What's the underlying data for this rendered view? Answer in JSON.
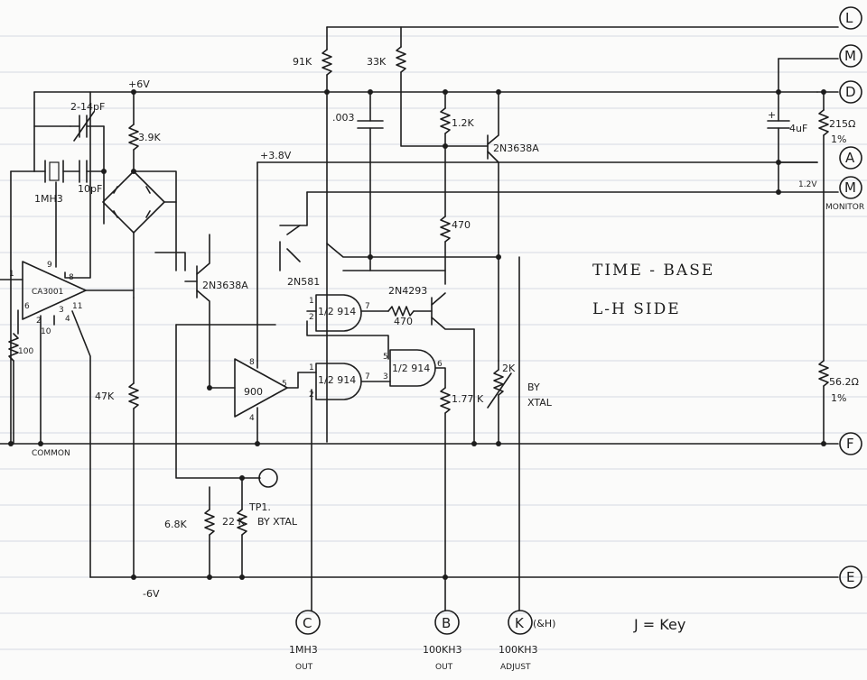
{
  "title": {
    "line1": "TIME - BASE",
    "line2": "L-H  SIDE"
  },
  "note": "J = Key",
  "rails": {
    "pos": "+6V",
    "neg": "-6V",
    "mid": "+3.8V",
    "common": "COMMON",
    "ref": "1.2V",
    "monitor": "MONITOR"
  },
  "terminals": {
    "L": "L",
    "M1": "M",
    "D": "D",
    "A": "A",
    "M2": "M",
    "F": "F",
    "E": "E",
    "C": "C",
    "B": "B",
    "K": "K",
    "H": "(&H)"
  },
  "outputs": {
    "C": {
      "line1": "1MH3",
      "line2": "OUT"
    },
    "B": {
      "line1": "100KH3",
      "line2": "OUT"
    },
    "K": {
      "line1": "100KH3",
      "line2": "ADJUST"
    }
  },
  "components": {
    "r91k": "91K",
    "r33k": "33K",
    "c003": ".003",
    "r12k": "1.2K",
    "q_top": "2N3638A",
    "r470a": "470",
    "q2n581": "2N581",
    "q2n4293": "2N4293",
    "gate1": "1/2 914",
    "gate2": "1/2 914",
    "gate3": "1/2 914",
    "r470b": "470",
    "r177": "1.77 K",
    "pot2k": "2K",
    "pot_by": "BY",
    "pot_xtal": "XTAL",
    "c4uf": "4uF",
    "c4uf_plus": "+",
    "r215": "215Ω",
    "r215tol": "1%",
    "r562": "56.2Ω",
    "r562tol": "1%",
    "cvar": "2-14pF",
    "r39k": "3.9K",
    "xtal": "1MH3",
    "c10pf": "10pF",
    "ic_ca": "CA3001",
    "r100": "100",
    "r47k": "47K",
    "q_mid": "2N3638A",
    "ic900": "900",
    "r68k": "6.8K",
    "r22k": "22 K",
    "tp1": "TP1.",
    "tp_by": "BY XTAL"
  },
  "pins": {
    "ca_9": "9",
    "ca_8": "8",
    "ca_6": "6",
    "ca_2": "2",
    "ca_10": "10",
    "ca_3": "3",
    "ca_4": "4",
    "ca_11": "11",
    "ca_1": "1",
    "i9_8": "8",
    "i9_5": "5",
    "i9_4": "4",
    "g1_1": "1",
    "g1_2": "2",
    "g2_1": "1",
    "g2_2": "2",
    "g2_7": "7",
    "g1_7": "7",
    "g3_5": "5",
    "g3_3": "3",
    "g3_6": "6"
  }
}
